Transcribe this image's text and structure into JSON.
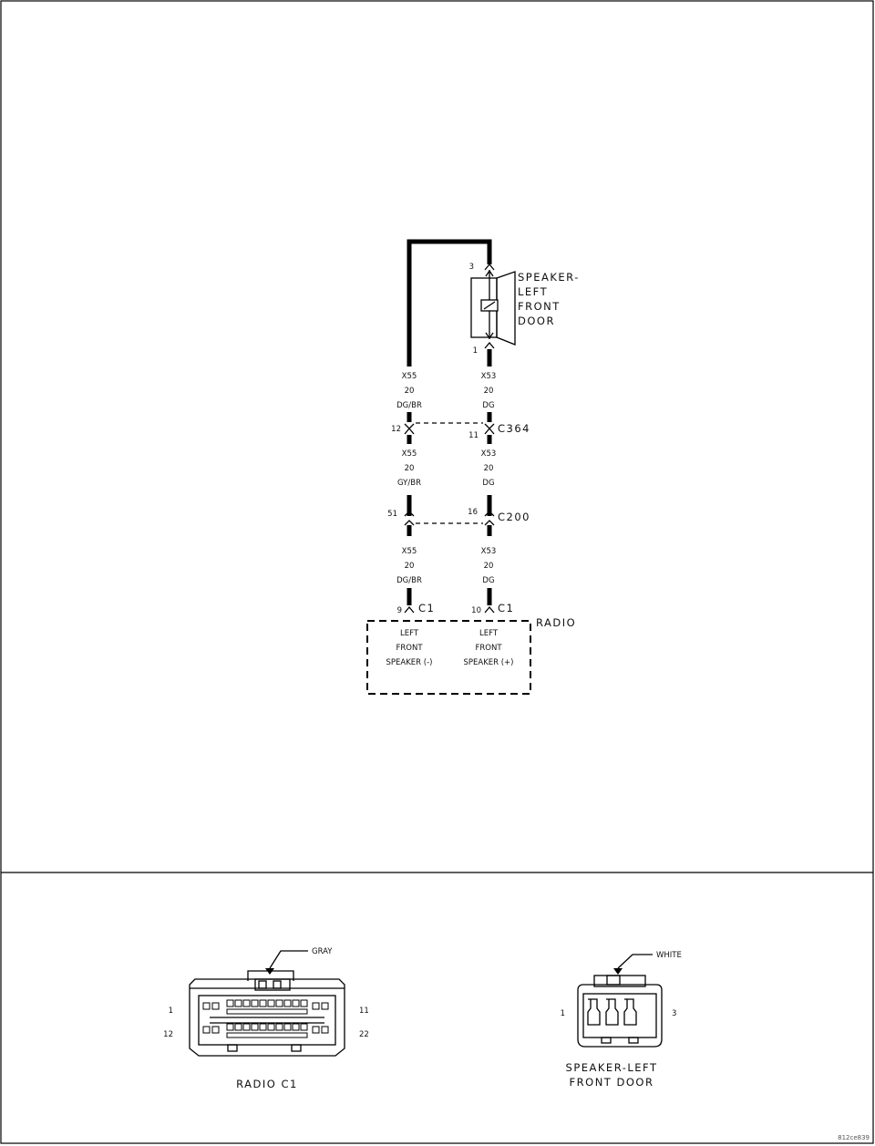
{
  "speaker": {
    "title_line1": "SPEAKER-",
    "title_line2": "LEFT",
    "title_line3": "FRONT",
    "title_line4": "DOOR",
    "pin_top": "3",
    "pin_bottom": "1"
  },
  "wires": {
    "left_seg1": {
      "circuit": "X55",
      "gauge": "20",
      "color": "DG/BR"
    },
    "right_seg1": {
      "circuit": "X53",
      "gauge": "20",
      "color": "DG"
    },
    "left_seg2": {
      "circuit": "X55",
      "gauge": "20",
      "color": "GY/BR"
    },
    "right_seg2": {
      "circuit": "X53",
      "gauge": "20",
      "color": "DG"
    },
    "left_seg3": {
      "circuit": "X55",
      "gauge": "20",
      "color": "DG/BR"
    },
    "right_seg3": {
      "circuit": "X53",
      "gauge": "20",
      "color": "DG"
    }
  },
  "connectors": {
    "c364": {
      "name": "C364",
      "pin_left": "12",
      "pin_right": "11"
    },
    "c200": {
      "name": "C200",
      "pin_left": "51",
      "pin_right": "16"
    },
    "radio_c1": {
      "name": "C1",
      "pin_left": "9",
      "pin_right": "10"
    }
  },
  "radio": {
    "title": "RADIO",
    "left_line1": "LEFT",
    "left_line2": "FRONT",
    "left_line3": "SPEAKER (-)",
    "right_line1": "LEFT",
    "right_line2": "FRONT",
    "right_line3": "SPEAKER (+)"
  },
  "views": {
    "radio_c1": {
      "color": "GRAY",
      "pin1": "1",
      "pin11": "11",
      "pin12": "12",
      "pin22": "22",
      "caption": "RADIO C1"
    },
    "speaker": {
      "color": "WHITE",
      "pin1": "1",
      "pin3": "3",
      "caption_line1": "SPEAKER-LEFT",
      "caption_line2": "FRONT DOOR"
    }
  },
  "figure_id": "812ce839"
}
